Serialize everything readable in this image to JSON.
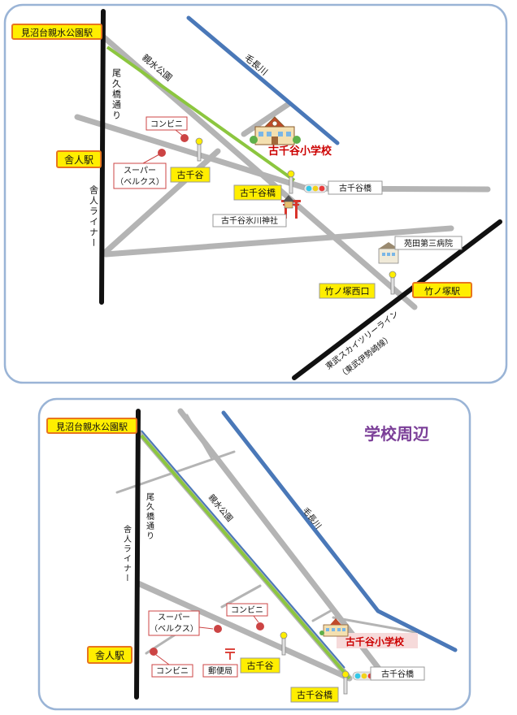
{
  "map1": {
    "stations": {
      "minumadai": "見沼台親水公園駅",
      "toneri": "舎人駅",
      "takenotsuka": "竹ノ塚駅",
      "takenotsuka_west": "竹ノ塚西口"
    },
    "roads": {
      "ogubashi": "尾久橋通り",
      "shinsui_park": "親水公園",
      "kenagawa": "毛長川",
      "toneri_liner": "舎人ライナー",
      "tobu_line_1": "東武スカイツリーライン",
      "tobu_line_2": "（東武伊勢崎線）"
    },
    "places": {
      "school": "古千谷小学校",
      "convenience": "コンビニ",
      "supermarket_1": "スーパー",
      "supermarket_2": "（ベルクス）",
      "kojiya_stop": "古千谷",
      "kojiyabashi_stop": "古千谷橋",
      "kojiyabashi_signal": "古千谷橋",
      "shrine": "古千谷氷川神社",
      "hospital": "苑田第三病院"
    }
  },
  "map2": {
    "title": "学校周辺",
    "stations": {
      "minumadai": "見沼台親水公園駅",
      "toneri": "舎人駅"
    },
    "roads": {
      "ogubashi": "尾久橋通り",
      "shinsui_park": "親水公園",
      "kenagawa": "毛長川",
      "toneri_liner": "舎人ライナー"
    },
    "places": {
      "school": "古千谷小学校",
      "convenience_1": "コンビニ",
      "convenience_2": "コンビニ",
      "supermarket_1": "スーパー",
      "supermarket_2": "（ベルクス）",
      "post_office": "郵便局",
      "kojiya_stop": "古千谷",
      "kojiyabashi_stop": "古千谷橋",
      "kojiyabashi_signal": "古千谷橋"
    }
  },
  "colors": {
    "road": "#b4b4b4",
    "river": "#4a78b8",
    "green": "#8cc63f",
    "rail": "#111111",
    "station_fill": "#ffee00",
    "station_border": "#e8761e",
    "title": "#7b3f98",
    "school_text": "#cc0000",
    "dot": "#cc4444",
    "frame": "#9ab4d6"
  }
}
